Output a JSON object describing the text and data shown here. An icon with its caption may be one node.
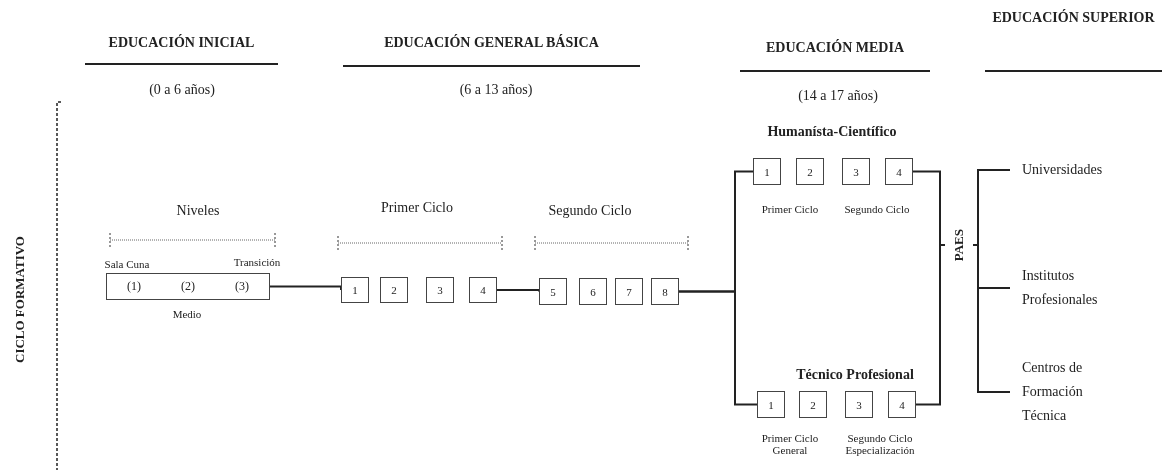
{
  "diagram": {
    "nodes": [
      {
        "text": [
          "(1)",
          "(2)",
          "(3)"
        ],
        "beside": [
          "Sala Cuna",
          "Transición",
          "Medio"
        ]
      },
      {
        "text": [
          "1"
        ]
      },
      {
        "text": [
          "2"
        ]
      },
      {
        "text": [
          "3"
        ]
      },
      {
        "text": [
          "4"
        ]
      },
      {
        "text": [
          "5"
        ]
      },
      {
        "text": [
          "6"
        ]
      },
      {
        "text": [
          "7"
        ]
      },
      {
        "text": [
          "8"
        ]
      },
      {
        "text": [
          "1"
        ]
      },
      {
        "text": [
          "2"
        ]
      },
      {
        "text": [
          "3"
        ]
      },
      {
        "text": [
          "4"
        ]
      },
      {
        "text": [
          "1"
        ]
      },
      {
        "text": [
          "2"
        ]
      },
      {
        "text": [
          "3"
        ]
      },
      {
        "text": [
          "4"
        ]
      },
      {
        "text": [
          "Universidades"
        ]
      },
      {
        "text": [
          "Institutos Profesionales"
        ]
      },
      {
        "text": [
          "Centros de Formación Técnica"
        ]
      },
      {
        "text": [
          "PAES"
        ]
      }
    ],
    "edges": [
      {
        "from": 0,
        "to": 1,
        "arrow": "none"
      },
      {
        "from": 4,
        "to": 5,
        "arrow": "none"
      },
      {
        "from": 8,
        "to": 9,
        "arrow": "none"
      },
      {
        "from": 8,
        "to": 13,
        "arrow": "none"
      },
      {
        "from": 12,
        "to": 20,
        "arrow": "none"
      },
      {
        "from": 16,
        "to": 20,
        "arrow": "none"
      },
      {
        "from": 20,
        "to": 17,
        "arrow": "none"
      },
      {
        "from": 20,
        "to": 18,
        "arrow": "none"
      },
      {
        "from": 20,
        "to": 19,
        "arrow": "none"
      }
    ],
    "labels": [
      "EDUCACIÓN INICIAL",
      "EDUCACIÓN GENERAL BÁSICA",
      "EDUCACIÓN MEDIA",
      "EDUCACIÓN SUPERIOR",
      "(0 a 6 años)",
      "(6 a 13 años)",
      "(14 a 17 años)",
      "Humanísta-Científico",
      "CICLO FORMATIVO",
      "Niveles",
      "Primer Ciclo",
      "Segundo Ciclo",
      "Primer Ciclo",
      "Segundo Ciclo",
      "Técnico Profesional",
      "Primer Ciclo General",
      "Segundo Ciclo Especialización"
    ]
  }
}
